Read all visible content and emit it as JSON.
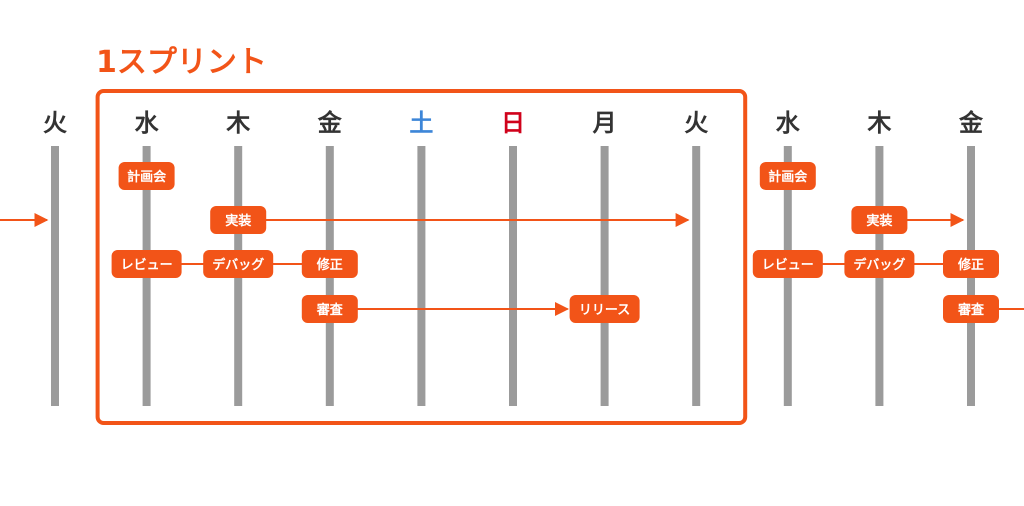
{
  "title": "1スプリント",
  "colors": {
    "accent": "#f25418",
    "day_line": "#9b9b9b",
    "text": "#333333",
    "saturday": "#3d86d8",
    "sunday": "#d0021b",
    "tag_text": "#ffffff"
  },
  "days": [
    {
      "label": "火",
      "kind": "weekday"
    },
    {
      "label": "水",
      "kind": "weekday"
    },
    {
      "label": "木",
      "kind": "weekday"
    },
    {
      "label": "金",
      "kind": "weekday"
    },
    {
      "label": "土",
      "kind": "saturday"
    },
    {
      "label": "日",
      "kind": "sunday"
    },
    {
      "label": "月",
      "kind": "weekday"
    },
    {
      "label": "火",
      "kind": "weekday"
    },
    {
      "label": "水",
      "kind": "weekday"
    },
    {
      "label": "木",
      "kind": "weekday"
    },
    {
      "label": "金",
      "kind": "weekday"
    }
  ],
  "sprint_span": {
    "first_day": 1,
    "last_day": 7
  },
  "tasks": [
    {
      "label": "計画会",
      "day": 1,
      "lane": 0
    },
    {
      "label": "実装",
      "day": 2,
      "lane": 1
    },
    {
      "label": "レビュー",
      "day": 1,
      "lane": 2
    },
    {
      "label": "デバッグ",
      "day": 2,
      "lane": 2
    },
    {
      "label": "修正",
      "day": 3,
      "lane": 2
    },
    {
      "label": "審査",
      "day": 3,
      "lane": 3
    },
    {
      "label": "リリース",
      "day": 6,
      "lane": 3
    },
    {
      "label": "計画会",
      "day": 8,
      "lane": 0
    },
    {
      "label": "実装",
      "day": 9,
      "lane": 1
    },
    {
      "label": "レビュー",
      "day": 8,
      "lane": 2
    },
    {
      "label": "デバッグ",
      "day": 9,
      "lane": 2
    },
    {
      "label": "修正",
      "day": 10,
      "lane": 2
    },
    {
      "label": "審査",
      "day": 10,
      "lane": 3
    }
  ],
  "arrows": [
    {
      "from": "left-edge",
      "to_day": 0,
      "lane": 1
    },
    {
      "from_day": 2,
      "to_day": 7,
      "lane": 1
    },
    {
      "from_day": 9,
      "to_day": 10,
      "lane": 1
    }
  ],
  "connectors": [
    {
      "from_day": 1,
      "to_day": 3,
      "lane": 2
    },
    {
      "from_day": 8,
      "to_day": 10,
      "lane": 2
    },
    {
      "from_day": 3,
      "to_day": 6,
      "lane": 3,
      "arrow": true
    },
    {
      "from_day": 10,
      "to": "right-edge",
      "lane": 3
    }
  ]
}
